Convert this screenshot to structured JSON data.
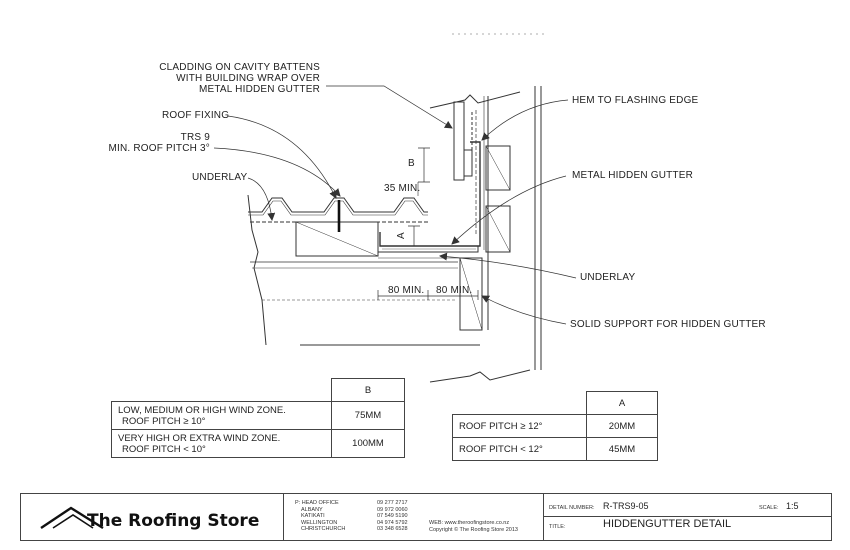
{
  "labels": {
    "cladding": [
      "CLADDING ON CAVITY BATTENS",
      "WITH BUILDING WRAP OVER",
      "METAL HIDDEN GUTTER"
    ],
    "roof_fixing": "ROOF FIXING",
    "trs9": [
      "TRS 9",
      "MIN. ROOF PITCH 3°"
    ],
    "underlay_left": "UNDERLAY",
    "hem": "HEM TO FLASHING EDGE",
    "metal_gutter": "METAL HIDDEN GUTTER",
    "underlay_right": "UNDERLAY",
    "solid_support": "SOLID SUPPORT FOR HIDDEN GUTTER",
    "dim_b": "B",
    "dim_35": "35 MIN.",
    "dim_a": "A",
    "dim_80a": "80 MIN.",
    "dim_80b": "80 MIN."
  },
  "table_b": {
    "header": "B",
    "rows": [
      {
        "desc": [
          "LOW, MEDIUM OR HIGH WIND ZONE.",
          "ROOF PITCH ≥ 10°"
        ],
        "value": "75MM"
      },
      {
        "desc": [
          "VERY HIGH OR EXTRA WIND ZONE.",
          "ROOF PITCH < 10°"
        ],
        "value": "100MM"
      }
    ]
  },
  "table_a": {
    "header": "A",
    "rows": [
      {
        "desc": "ROOF PITCH ≥ 12°",
        "value": "20MM"
      },
      {
        "desc": "ROOF PITCH < 12°",
        "value": "45MM"
      }
    ]
  },
  "title_block": {
    "logo_text": "The Roofing Store",
    "offices": [
      {
        "name": "P: HEAD OFFICE",
        "phone": "09 277 2717"
      },
      {
        "name": "ALBANY",
        "phone": "09 972 0060"
      },
      {
        "name": "KATIKATI",
        "phone": "07 549 5190"
      },
      {
        "name": "WELLINGTON",
        "phone": "04 974 5792"
      },
      {
        "name": "CHRISTCHURCH",
        "phone": "03 348 6528"
      }
    ],
    "web": "WEB: www.theroofingstore.co.nz",
    "copyright": "Copyright © The Roofing Store 2013",
    "detail_number_label": "DETAIL NUMBER:",
    "detail_number": "R-TRS9-05",
    "scale_label": "SCALE:",
    "scale": "1:5",
    "title_label": "TITLE:",
    "title": "HIDDENGUTTER DETAIL"
  }
}
